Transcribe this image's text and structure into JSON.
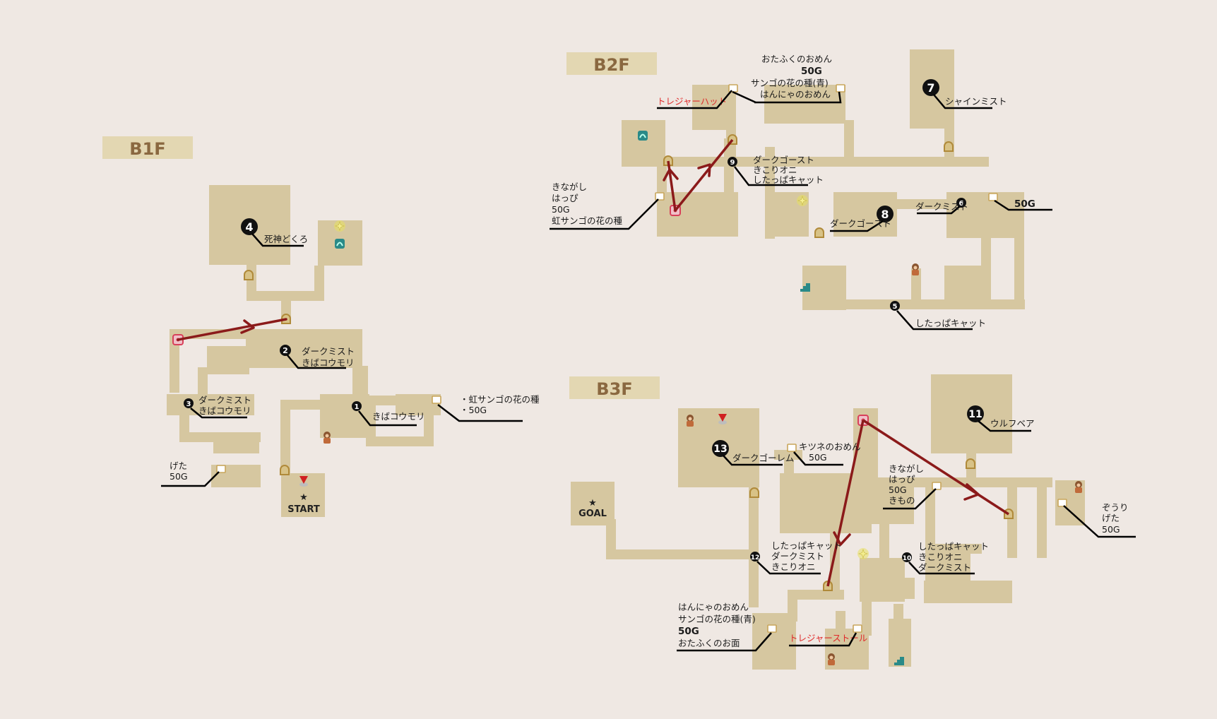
{
  "floors": [
    {
      "id": "b1f",
      "name": "B1F"
    },
    {
      "id": "b2f",
      "name": "B2F"
    },
    {
      "id": "b3f",
      "name": "B3F"
    }
  ],
  "markers": {
    "start": {
      "star": "★",
      "label": "START"
    },
    "goal": {
      "star": "★",
      "label": "GOAL"
    }
  },
  "b1f": {
    "nums": [
      "4",
      "2",
      "3",
      "1"
    ],
    "labels": {
      "shinigami": "死神どくろ",
      "n2_a": "ダークミスト",
      "n2_b": "きばコウモリ",
      "n3_a": "ダークミスト",
      "n3_b": "きばコウモリ",
      "n1": "きばコウモリ",
      "chest_right_a": "・虹サンゴの花の種",
      "chest_right_b": "・50G",
      "chest_left_a": "げた",
      "chest_left_b": "50G"
    }
  },
  "b2f": {
    "nums": [
      "7",
      "9",
      "8",
      "6",
      "5"
    ],
    "labels": {
      "top_a": "おたふくのおめん",
      "top_b": "50G",
      "top_c": "サンゴの花の種(青)",
      "top_d": "はんにゃのおめん",
      "treasure_hat": "トレジャーハット",
      "shine_mist": "シャインミスト",
      "n9_a": "ダークゴースト",
      "n9_b": "きこりオニ",
      "n9_c": "したっぱキャット",
      "left_a": "きながし",
      "left_b": "はっぴ",
      "left_c": "50G",
      "left_d": "虹サンゴの花の種",
      "n8": "ダークゴースト",
      "n6": "ダークミスト",
      "gold_right": "50G",
      "n5": "したっぱキャット"
    }
  },
  "b3f": {
    "nums": [
      "11",
      "13",
      "12",
      "10"
    ],
    "labels": {
      "wolf_bear": "ウルフベア",
      "dark_golem": "ダークゴーレム",
      "kitsune_a": "キツネのおめん",
      "kitsune_b": "50G",
      "mid_a": "きながし",
      "mid_b": "はっぴ",
      "mid_c": "50G",
      "mid_d": "きもの",
      "right_a": "ぞうり",
      "right_b": "げた",
      "right_c": "50G",
      "n12_a": "したっぱキャット",
      "n12_b": "ダークミスト",
      "n12_c": "きこりオニ",
      "n10_a": "したっぱキャット",
      "n10_b": "きこりオニ",
      "n10_c": "ダークミスト",
      "bottom_a": "はんにゃのおめん",
      "bottom_b": "サンゴの花の種(青)",
      "bottom_c": "50G",
      "bottom_d": "おたふくのお面",
      "treasure_stole": "トレジャーストール"
    }
  },
  "colors": {
    "background": "#efe8e3",
    "corridor": "#d6c7a0",
    "label_box": "#e3d7b2",
    "floor_label": "#8a6840",
    "route": "#8b1a1a",
    "leader": "#000000",
    "red_text": "#e02b2b",
    "door": "#c8a55a",
    "warp": "#e05070",
    "stairs": "#2a8a88",
    "sparkle": "#e8e060"
  },
  "icon_names": [
    "door-icon",
    "warp-icon",
    "stairs-icon",
    "sparkle-icon",
    "chest-icon",
    "npc-icon",
    "red-marker-icon",
    "star-icon"
  ]
}
